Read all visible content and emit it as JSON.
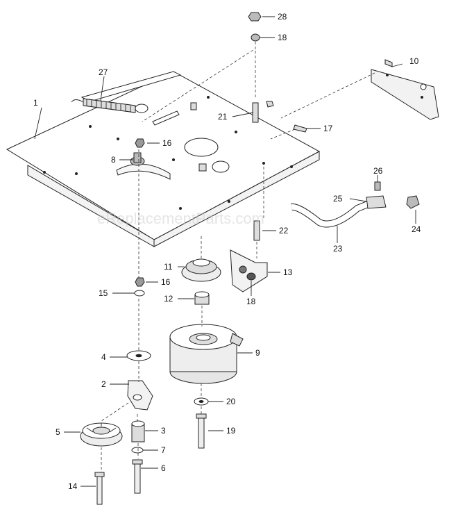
{
  "watermark": "eReplacementParts.com",
  "callouts": [
    {
      "id": "28",
      "label": "28"
    },
    {
      "id": "18a",
      "label": "18"
    },
    {
      "id": "10",
      "label": "10"
    },
    {
      "id": "27",
      "label": "27"
    },
    {
      "id": "1",
      "label": "1"
    },
    {
      "id": "21",
      "label": "21"
    },
    {
      "id": "17",
      "label": "17"
    },
    {
      "id": "16a",
      "label": "16"
    },
    {
      "id": "8",
      "label": "8"
    },
    {
      "id": "26",
      "label": "26"
    },
    {
      "id": "25",
      "label": "25"
    },
    {
      "id": "24",
      "label": "24"
    },
    {
      "id": "22",
      "label": "22"
    },
    {
      "id": "23",
      "label": "23"
    },
    {
      "id": "11",
      "label": "11"
    },
    {
      "id": "13",
      "label": "13"
    },
    {
      "id": "16b",
      "label": "16"
    },
    {
      "id": "15",
      "label": "15"
    },
    {
      "id": "12",
      "label": "12"
    },
    {
      "id": "18b",
      "label": "18"
    },
    {
      "id": "9",
      "label": "9"
    },
    {
      "id": "4",
      "label": "4"
    },
    {
      "id": "2",
      "label": "2"
    },
    {
      "id": "20",
      "label": "20"
    },
    {
      "id": "5",
      "label": "5"
    },
    {
      "id": "3",
      "label": "3"
    },
    {
      "id": "19",
      "label": "19"
    },
    {
      "id": "7",
      "label": "7"
    },
    {
      "id": "6",
      "label": "6"
    },
    {
      "id": "14",
      "label": "14"
    }
  ]
}
